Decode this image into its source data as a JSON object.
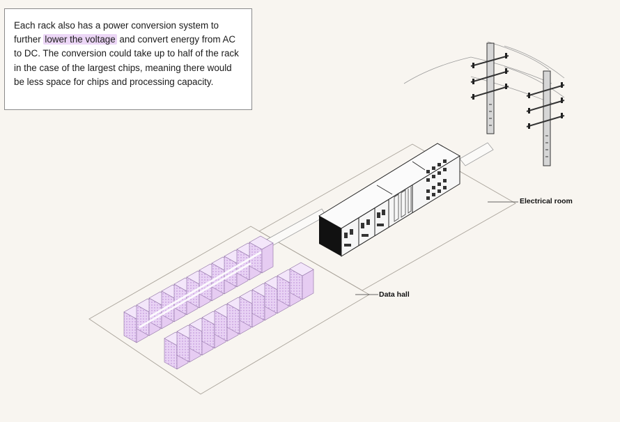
{
  "callout": {
    "text_before": "Each rack also has a power conversion system to further ",
    "highlight": "lower the voltage",
    "text_after": " and convert energy from AC to DC. The conversion could take up to half of the rack in the case of the largest chips, meaning there would be less space for chips and processing capacity."
  },
  "labels": {
    "electrical_room": "Electrical room",
    "data_hall": "Data hall"
  },
  "colors": {
    "background": "#f8f5f0",
    "rack_purple": "#e6ccf2",
    "highlight": "#ecd6f6",
    "outline": "#1a1a1a"
  },
  "icons": [
    "utility-pole-icon",
    "server-rack-icon",
    "switchgear-cabinet-icon",
    "transformer-icon"
  ]
}
